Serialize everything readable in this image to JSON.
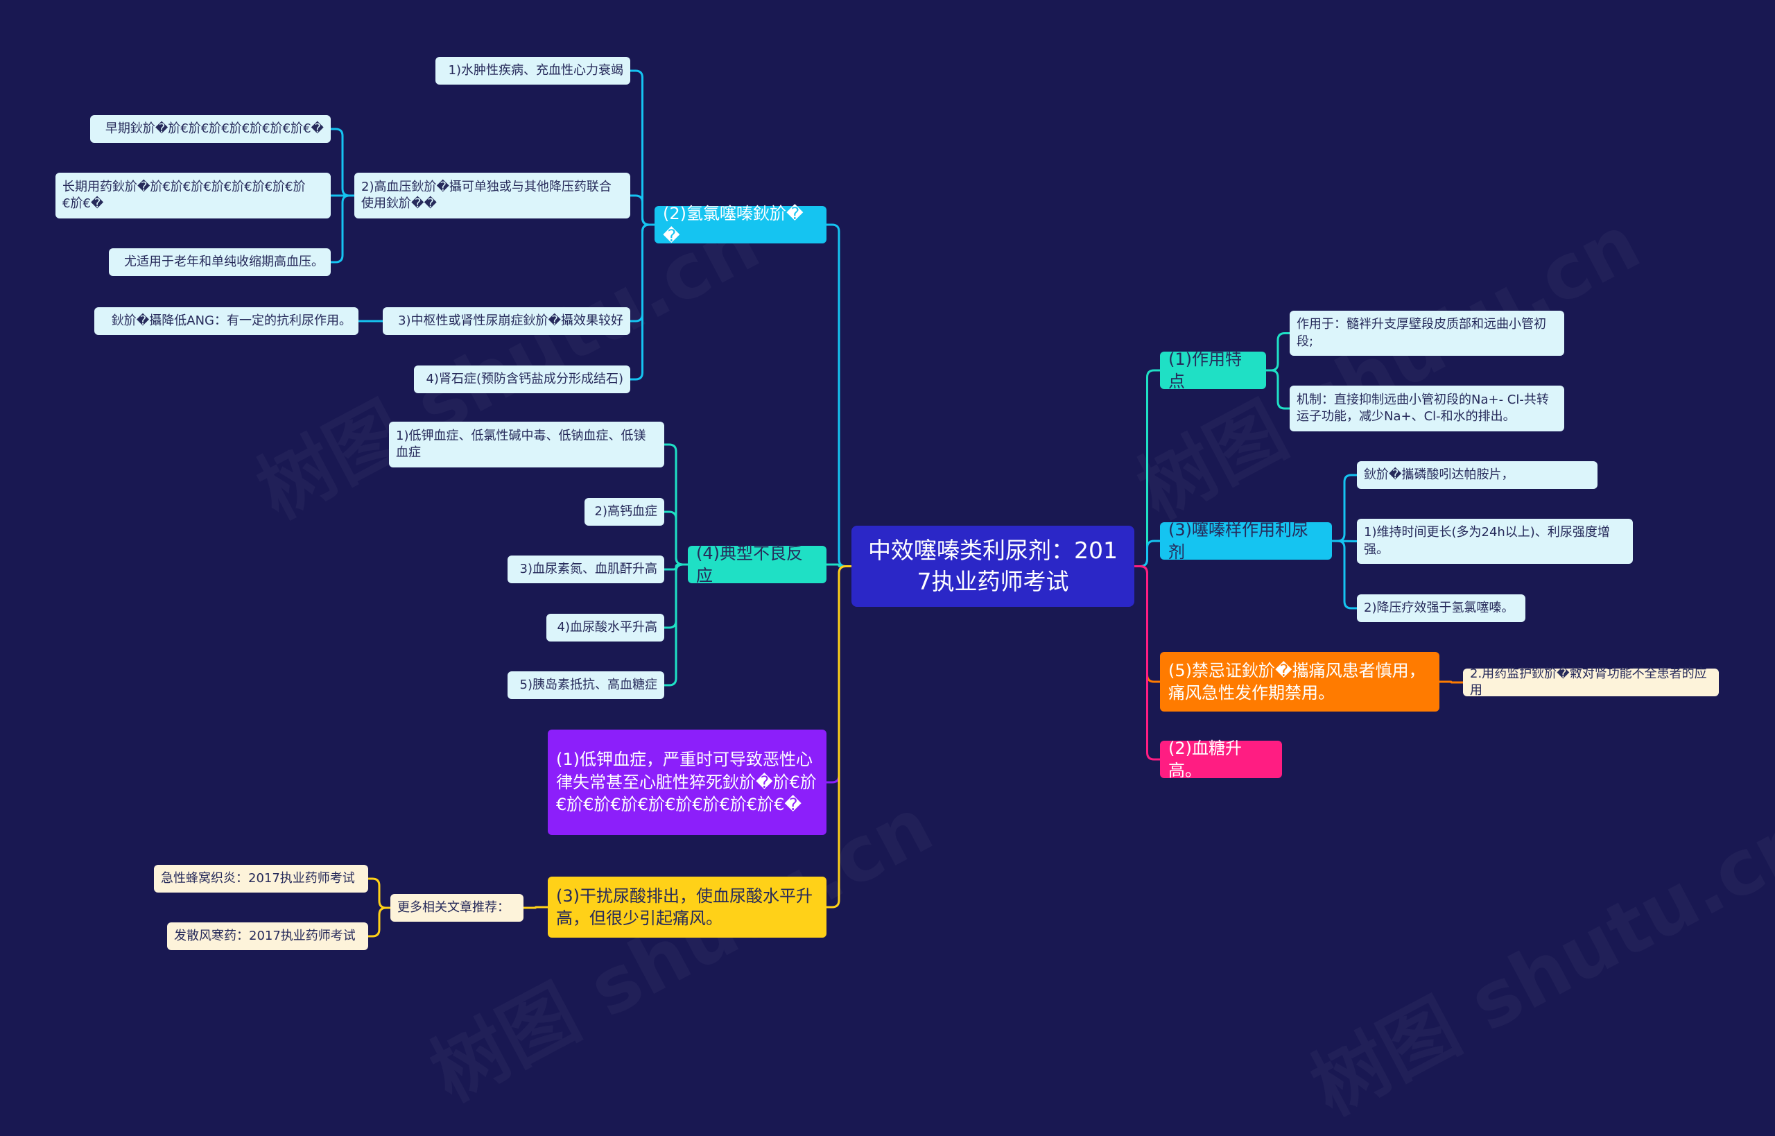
{
  "center": "中效噻嗪类利尿剂：2017执业药师考试",
  "watermark": "树图 shutu.cn",
  "right": {
    "features": {
      "label": "(1)作用特点",
      "items": [
        "作用于：髓袢升支厚壁段皮质部和远曲小管初段;",
        "机制：直接抑制远曲小管初段的Na+- Cl-共转运子功能，减少Na+、Cl-和水的排出。"
      ]
    },
    "thiazide_like": {
      "label": "(3)噻嗪样作用利尿剂",
      "items": [
        "鈥斺�攜磷酸吲达帕胺片，",
        "1)维持时间更长(多为24h以上)、利尿强度增强。",
        "2)降压疗效强于氢氯噻嗪。"
      ]
    },
    "contra": {
      "label": "(5)禁忌证鈥斺�攜痛风患者慎用，痛风急性发作期禁用。",
      "items": [
        "2.用药监护鈥斺�敹对肾功能不全患者的应用"
      ]
    },
    "glucose": {
      "label": "(2)血糖升高。"
    }
  },
  "left": {
    "hctz": {
      "label": "(2)氢氯噻嗪鈥斺��",
      "items": [
        "1)水肿性疾病、充血性心力衰竭",
        "2)高血压鈥斺�攝可单独或与其他降压药联合使用鈥斺��",
        "3)中枢性或肾性尿崩症鈥斺�攝效果较好",
        "4)肾石症(预防含钙盐成分形成结石)"
      ],
      "sub_htn": [
        "早期鈥斺�斺€斺€斺€斺€斺€斺€斺€�",
        "长期用药鈥斺�斺€斺€斺€斺€斺€斺€斺€斺€斺€�",
        "尤适用于老年和单纯收缩期高血压。"
      ],
      "sub_di": [
        "鈥斺�攝降低ANG：有一定的抗利尿作用。"
      ]
    },
    "adverse": {
      "label": "(4)典型不良反应",
      "items": [
        "1)低钾血症、低氯性碱中毒、低钠血症、低镁血症",
        "2)高钙血症",
        "3)血尿素氮、血肌酐升高",
        "4)血尿酸水平升高",
        "5)胰岛素抵抗、高血糖症"
      ]
    },
    "hypok": {
      "label": "(1)低钾血症，严重时可导致恶性心律失常甚至心脏性猝死鈥斺�斺€斺€斺€斺€斺€斺€斺€斺€斺€斺€�"
    },
    "uric": {
      "label": "(3)干扰尿酸排出，使血尿酸水平升高，但很少引起痛风。",
      "more": {
        "label": "更多相关文章推荐：",
        "items": [
          "急性蜂窝织炎：2017执业药师考试",
          "发散风寒药：2017执业药师考试"
        ]
      }
    }
  }
}
